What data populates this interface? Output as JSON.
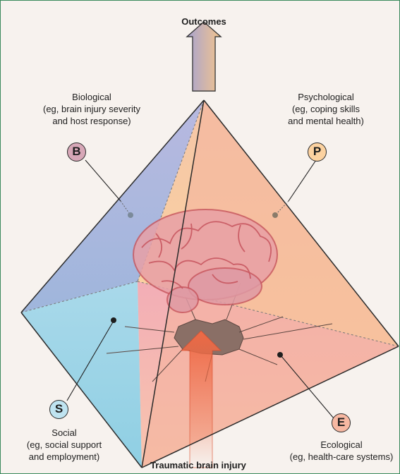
{
  "title": "Outcomes",
  "bottom_label": "Traumatic brain injury",
  "factors": [
    {
      "letter": "B",
      "name": "Biological",
      "lines": [
        "(eg, brain injury severity",
        "and host response)"
      ],
      "color": "#d7a7b7"
    },
    {
      "letter": "P",
      "name": "Psychological",
      "lines": [
        "(eg, coping skills",
        "and mental health)"
      ],
      "color": "#fcd2a0"
    },
    {
      "letter": "S",
      "name": "Social",
      "lines": [
        "(eg, social support",
        "and employment)"
      ],
      "color": "#bfe4f1"
    },
    {
      "letter": "E",
      "name": "Ecological",
      "lines": [
        "(eg, health-care systems)"
      ],
      "color": "#f7b8a2"
    }
  ],
  "colors": {
    "frame": "#3a8a5c",
    "background": "#f7f2ee",
    "biological_face": "#b3bfe0",
    "psychological_face": "#f8cca0",
    "social_face": "#9fd4e8",
    "ecological_face": "#f6b7a0",
    "brain": "#e9a3a8",
    "impact_arrow": "#f07a56"
  }
}
